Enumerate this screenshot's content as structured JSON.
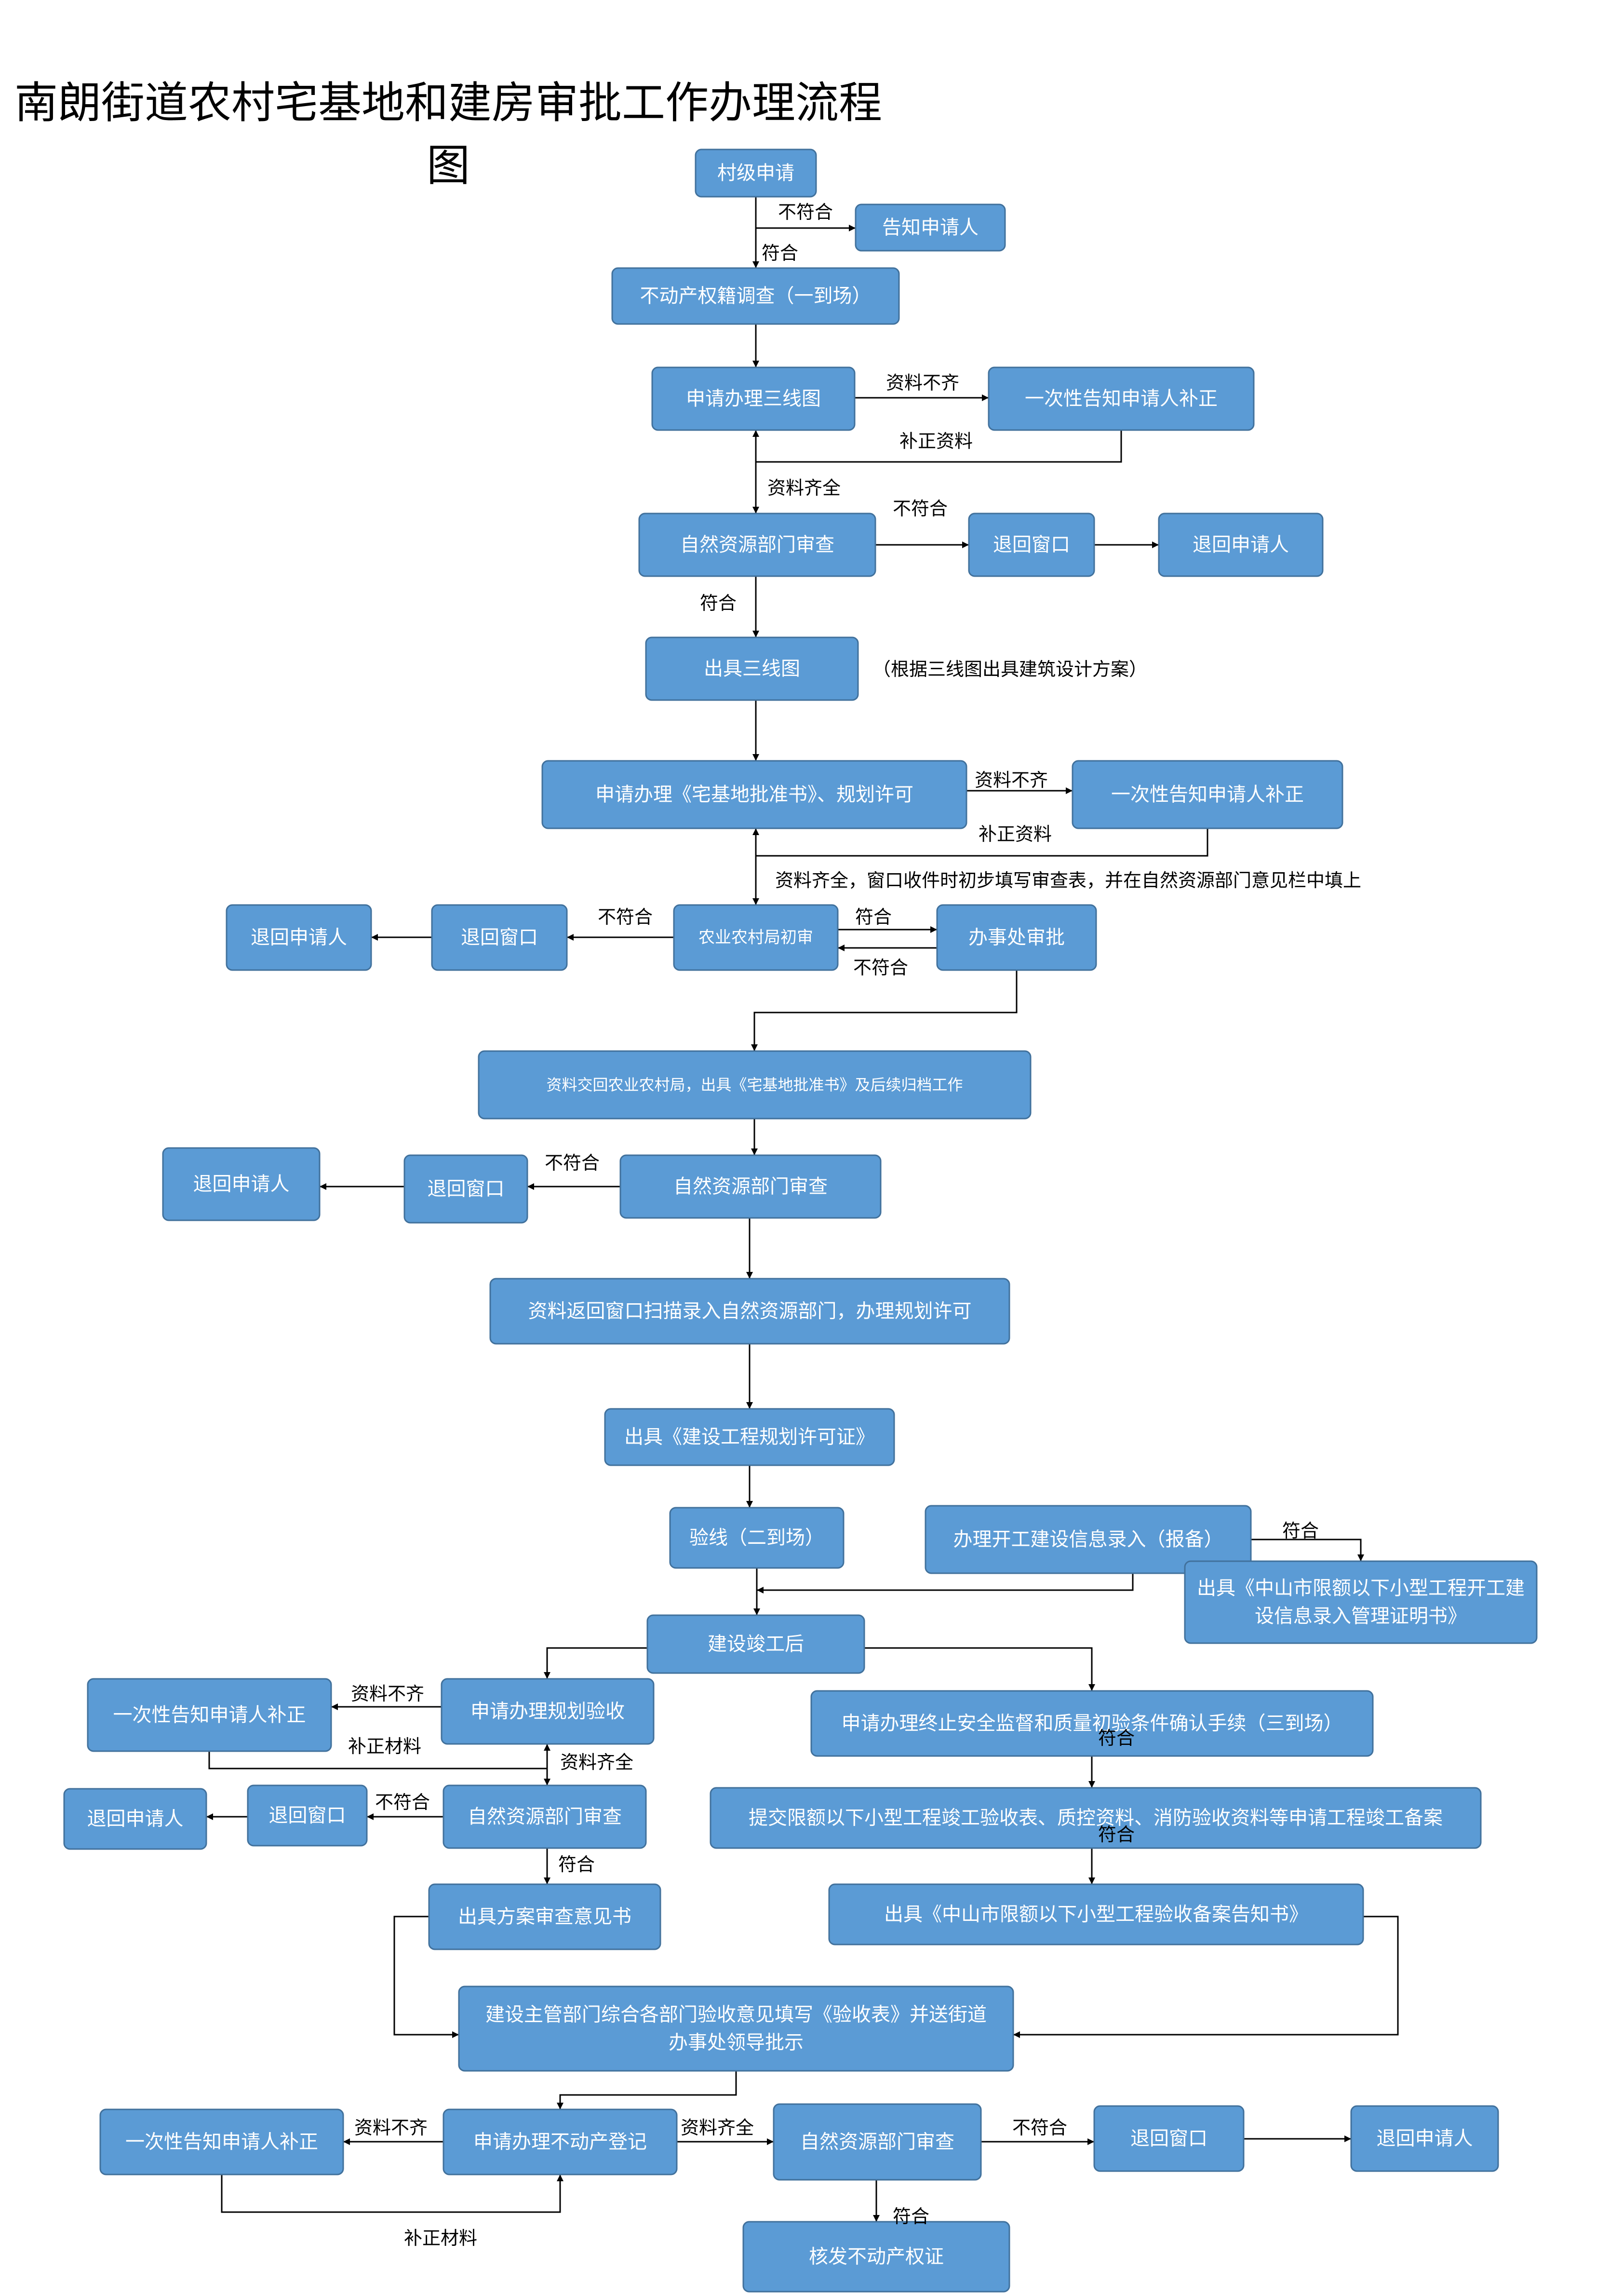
{
  "title": "南朗街道农村宅基地和建房审批工作办理流程图",
  "colors": {
    "box_fill": "#5b9bd5",
    "box_stroke": "#41719c",
    "box_text": "#ffffff",
    "line": "#000000",
    "label": "#000000"
  },
  "nodes": {
    "n_cunji": "村级申请",
    "n_gaozhi": "告知申请人",
    "n_budongchan_diaocha": "不动产权籍调查（一到场）",
    "n_sanxian": "申请办理三线图",
    "n_yici1": "一次性告知申请人补正",
    "n_ziran1": "自然资源部门审查",
    "n_tuihui_ck1": "退回窗口",
    "n_tuihui_sq1": "退回申请人",
    "n_chuju_sanxian": "出具三线图",
    "n_xukezheng": "申请办理《宅基地批准书》、规划许可",
    "n_yici2": "一次性告知申请人补正",
    "n_nongye": "农业农村局初审",
    "n_banshichu": "办事处审批",
    "n_tuihui_ck2": "退回窗口",
    "n_tuihui_sq2": "退回申请人",
    "n_ziliao_jiaohui": "资料交回农业农村局，出具《宅基地批准书》及后续归档工作",
    "n_ziran2": "自然资源部门审查",
    "n_tuihui_ck3": "退回窗口",
    "n_tuihui_sq3": "退回申请人",
    "n_fanhui": "资料返回窗口扫描录入自然资源部门，办理规划许可",
    "n_guihua_zheng": "出具《建设工程规划许可证》",
    "n_yanxian": "验线（二到场）",
    "n_kaigong": "办理开工建设信息录入（报备）",
    "n_zhongshan": "出具《中山市限额以下小型工程开工建设信息录入管理证明书》",
    "n_jungong": "建设竣工后",
    "n_guihua_yanshou": "申请办理规划验收",
    "n_yici3": "一次性告知申请人补正",
    "n_ziran3": "自然资源部门审查",
    "n_tuihui_ck4": "退回窗口",
    "n_tuihui_sq4": "退回申请人",
    "n_fangan": "出具方案审查意见书",
    "n_zhongzhi": "申请办理终止安全监督和质量初验条件确认手续（三到场）",
    "n_tijiao": "提交限额以下小型工程竣工验收表、质控资料、消防验收资料等申请工程竣工备案",
    "n_beian": "出具《中山市限额以下小型工程验收备案告知书》",
    "n_zonghe": "建设主管部门综合各部门验收意见填写《验收表》并送街道办事处领导批示",
    "n_budongchan_dengji": "申请办理不动产登记",
    "n_yici4": "一次性告知申请人补正",
    "n_ziran4": "自然资源部门审查",
    "n_tuihui_ck5": "退回窗口",
    "n_tuihui_sq5": "退回申请人",
    "n_hefa": "核发不动产权证"
  },
  "labels": {
    "l_bufuhe1": "不符合",
    "l_fuhe1": "符合",
    "l_ziliao_buqi1": "资料不齐",
    "l_buzheng1": "补正资料",
    "l_ziliao_qiquan1": "资料齐全",
    "l_bufuhe2": "不符合",
    "l_fuhe2": "符合",
    "l_note_sanxian": "（根据三线图出具建筑设计方案）",
    "l_ziliao_buqi2": "资料不齐",
    "l_buzheng2": "补正资料",
    "l_ziliao_qiquan2": "资料齐全，窗口收件时初步填写审查表，并在自然资源部门意见栏中填上",
    "l_bufuhe3": "不符合",
    "l_fuhe3": "符合",
    "l_bufuhe4": "不符合",
    "l_bufuhe5": "不符合",
    "l_fuhe_kaigong": "符合",
    "l_ziliao_buqi3": "资料不齐",
    "l_buzheng3": "补正材料",
    "l_ziliao_qiquan3": "资料齐全",
    "l_bufuhe6": "不符合",
    "l_fuhe6": "符合",
    "l_fuhe_zhongzhi": "符合",
    "l_fuhe_tijiao": "符合",
    "l_ziliao_buqi4": "资料不齐",
    "l_ziliao_qiquan4": "资料齐全",
    "l_bufuhe7": "不符合",
    "l_fuhe7": "符合",
    "l_buzheng4": "补正材料"
  }
}
